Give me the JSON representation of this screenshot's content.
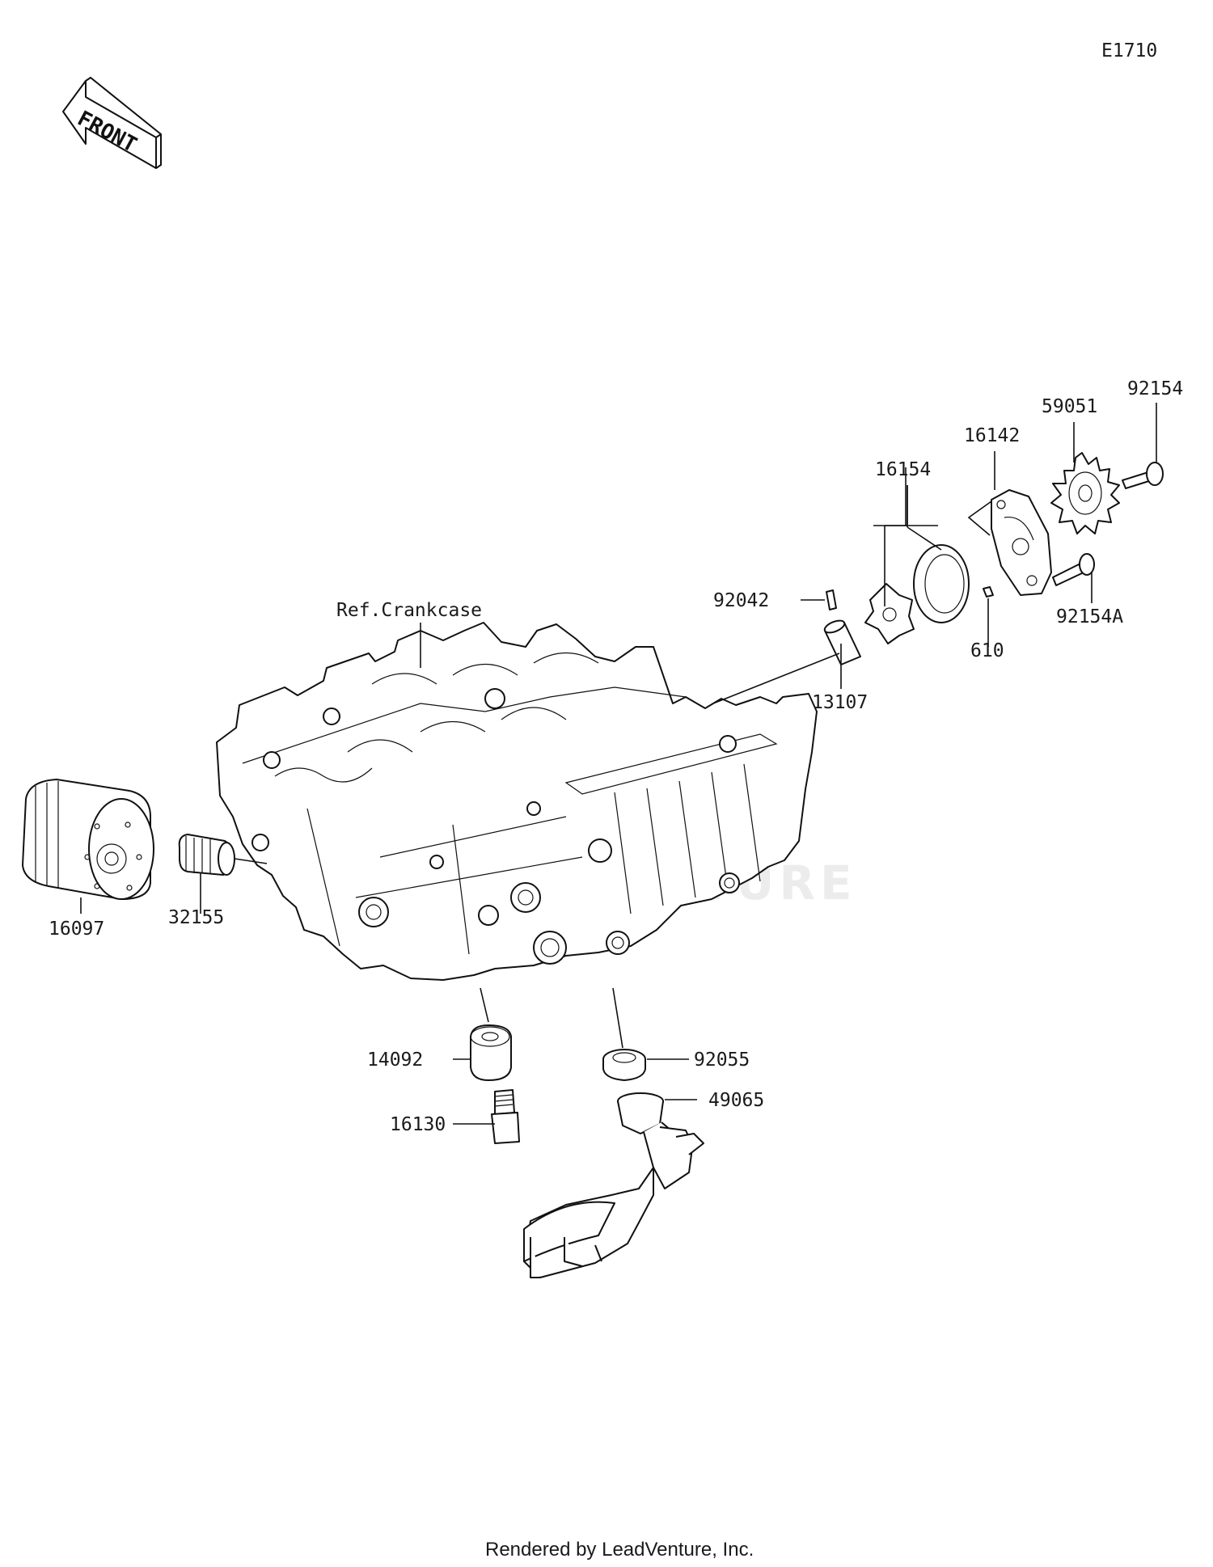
{
  "diagram_code": "E1710",
  "front_arrow_text": "FRONT",
  "reference": "Ref.Crankcase",
  "watermark": "LEADVENTURE",
  "footer": "Rendered by LeadVenture, Inc.",
  "parts": [
    {
      "number": "92154"
    },
    {
      "number": "59051"
    },
    {
      "number": "16142"
    },
    {
      "number": "16154"
    },
    {
      "number": "92042"
    },
    {
      "number": "92154A"
    },
    {
      "number": "610"
    },
    {
      "number": "13107"
    },
    {
      "number": "16097"
    },
    {
      "number": "32155"
    },
    {
      "number": "92055"
    },
    {
      "number": "14092"
    },
    {
      "number": "49065"
    },
    {
      "number": "16130"
    }
  ]
}
